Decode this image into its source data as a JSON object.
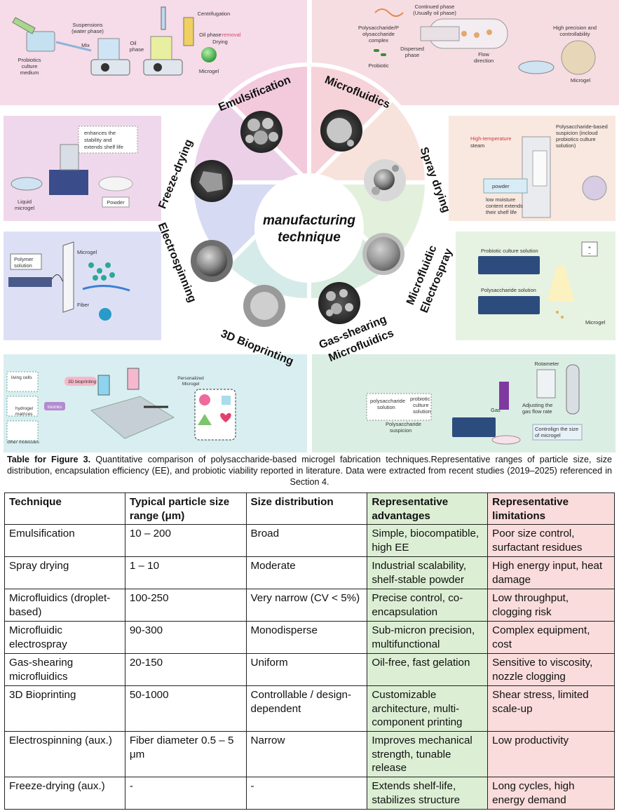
{
  "wheel": {
    "center_line1": "manufacturing",
    "center_line2": "technique",
    "sectors": [
      {
        "line1": "Emulsification",
        "line2": ""
      },
      {
        "line1": "Microfluidics",
        "line2": ""
      },
      {
        "line1": "Spray drying",
        "line2": ""
      },
      {
        "line1": "Microfluidic",
        "line2": "Electrospray"
      },
      {
        "line1": "Gas-shearing",
        "line2": "Microfluidics"
      },
      {
        "line1": "3D Bioprinting",
        "line2": ""
      },
      {
        "line1": "Electrospinning",
        "line2": ""
      },
      {
        "line1": "Freeze-drying",
        "line2": ""
      }
    ]
  },
  "panels": {
    "emulsification": {
      "probiotics": "Probiotics",
      "culture": "culture",
      "medium": "medium",
      "suspensions": "Suspensions",
      "water_phase": "(water phase)",
      "mix": "Mix",
      "oil": "Oil",
      "phase": "phase",
      "centrifugation": "Centrifugation",
      "oil_phase": "Oil phase",
      "removal": "removal",
      "drying": "Drying",
      "microgel": "Microgel"
    },
    "microfluidics": {
      "continued_phase": "Continued phase",
      "usually_oil": "(Usually oil phase)",
      "poly1": "Polysaccharide/P",
      "poly2": "olysaccharide",
      "complex": "complex",
      "probiotic": "Probiotic",
      "dispersed": "Dispersed",
      "phase": "phase",
      "flow": "Flow",
      "direction": "direction",
      "precision1": "High precision and",
      "precision2": "controllability",
      "microgel": "Microgel"
    },
    "freeze": {
      "note1": "enhances the",
      "note2": "stability and",
      "note3": "extends shelf life",
      "liquid": "Liquid",
      "microgel": "microgel",
      "powder": "Powder"
    },
    "spray": {
      "hightemp": "High-temperature",
      "steam": "steam",
      "susp1": "Polysaccharide-based",
      "susp2": "suspicion (incloud",
      "susp3": "probiotics culture",
      "susp4": "solution)",
      "powder": "powder",
      "moist1": "low moisture",
      "moist2": "content extends",
      "moist3": "their shelf life"
    },
    "electrospinning": {
      "polymer": "Polymer",
      "solution": "solution",
      "microgel": "Microgel",
      "fiber": "Fiber"
    },
    "electrospray": {
      "culture": "Probiotic culture solution",
      "poly": "Polysaccharide solution",
      "plus": "+",
      "minus": "−",
      "microgel": "Microgel"
    },
    "bioprinting": {
      "living": "living cells",
      "hydrogel1": "hydrogel",
      "hydrogel2": "matrices",
      "other": "other molecules",
      "bioinks": "bioinks",
      "printing": "3D bioprinting",
      "personalized1": "Personalized",
      "personalized2": "Microgel"
    },
    "gas": {
      "rotameter": "Rotameter",
      "poly1": "polysaccharide",
      "poly2": "solution",
      "probiotic1": "probiotic",
      "probiotic2": "culture",
      "probiotic3": "solution",
      "susp1": "Polysaccharide",
      "susp2": "suspicion",
      "gas": "Gas",
      "adjust1": "Adjusting the",
      "adjust2": "gas flow rate",
      "control1": "Controlign the size",
      "control2": "of microgel"
    }
  },
  "caption": {
    "bold": "Table for Figure 3.",
    "text": " Quantitative comparison of polysaccharide-based microgel fabrication techniques.Representative ranges of particle size, size distribution, encapsulation efficiency (EE), and probiotic viability reported in literature. Data were extracted from recent studies (2019–2025) referenced in Section 4."
  },
  "table": {
    "headers": [
      "Technique",
      "Typical particle size range (μm)",
      "Size distribution",
      "Representative advantages",
      "Representative limitations"
    ],
    "rows": [
      [
        "Emulsification",
        "10 – 200",
        "Broad",
        "Simple, biocompatible, high EE",
        "Poor size control, surfactant residues"
      ],
      [
        "Spray drying",
        "1 – 10",
        "Moderate",
        "Industrial scalability, shelf-stable powder",
        "High energy input, heat damage"
      ],
      [
        "Microfluidics (droplet-based)",
        "100-250",
        "Very narrow (CV < 5%)",
        "Precise control, co-encapsulation",
        "Low throughput, clogging risk"
      ],
      [
        "Microfluidic electrospray",
        "90-300",
        "Monodisperse",
        "Sub-micron precision, multifunctional",
        "Complex equipment, cost"
      ],
      [
        "Gas-shearing microfluidics",
        "20-150",
        "Uniform",
        "Oil-free, fast gelation",
        "Sensitive to viscosity, nozzle clogging"
      ],
      [
        "3D Bioprinting",
        "50-1000",
        "Controllable / design-dependent",
        "Customizable architecture, multi-component printing",
        "Shear stress, limited scale-up"
      ],
      [
        "Electrospinning (aux.)",
        "Fiber diameter 0.5 – 5 μm",
        "Narrow",
        "Improves mechanical strength, tunable release",
        "Low productivity"
      ],
      [
        "Freeze-drying (aux.)",
        "-",
        "-",
        "Extends shelf-life, stabilizes structure",
        "Long cycles, high energy demand"
      ]
    ]
  }
}
